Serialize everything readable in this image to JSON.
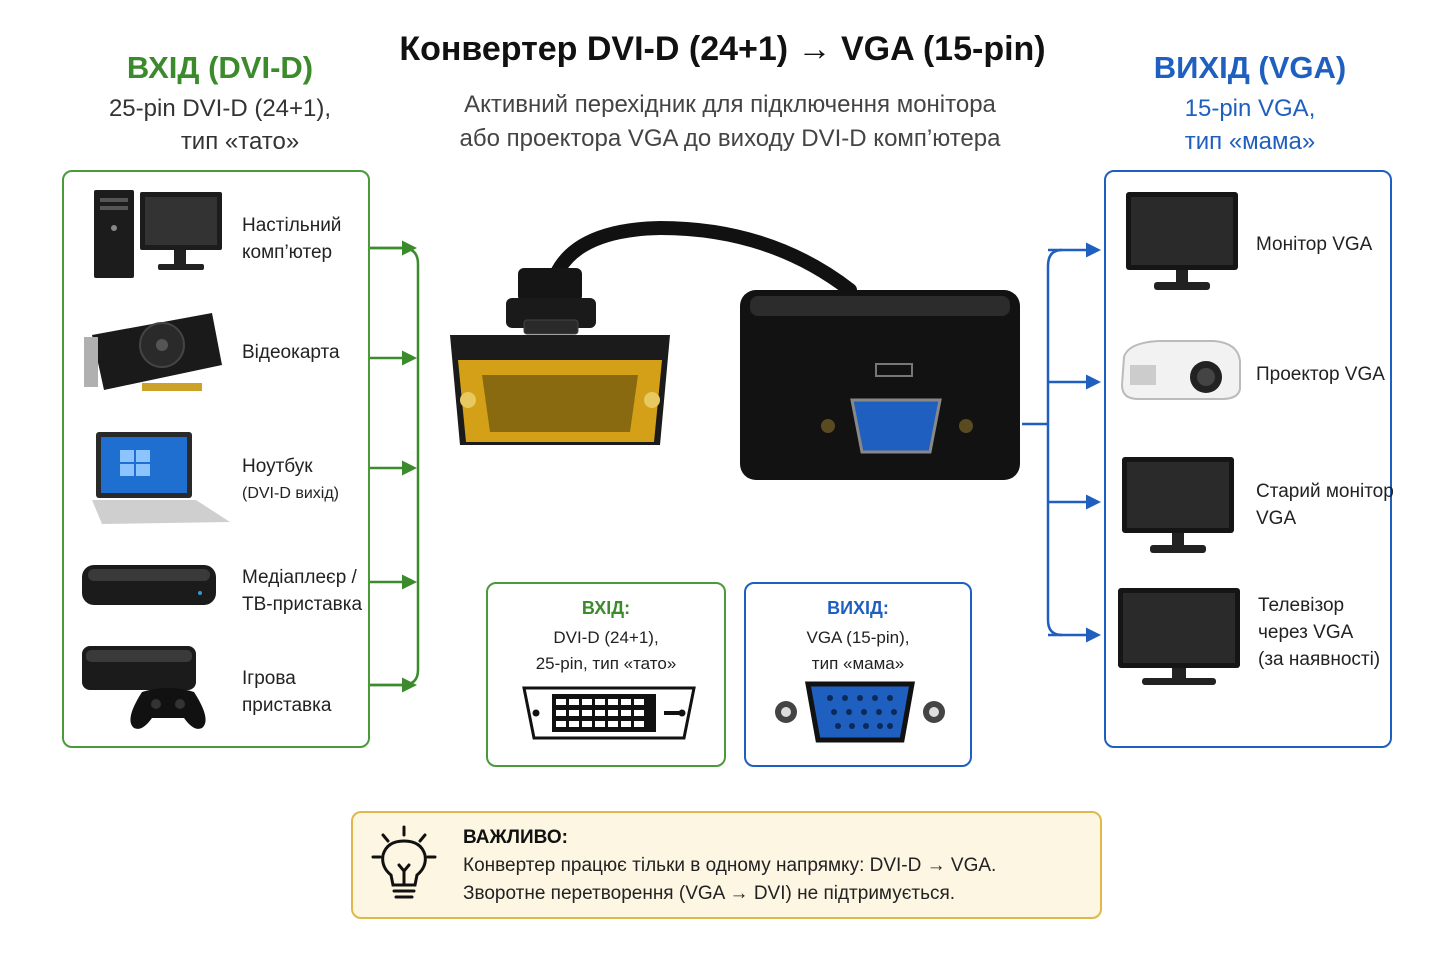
{
  "title": "Конвертер DVI-D (24+1) → VGA (15-pin)",
  "subtitle": [
    "Активний перехідник для підключення монітора",
    "або проектора VGA до виходу DVI-D комп’ютера"
  ],
  "input": {
    "heading": "ВХІД (DVI-D)",
    "sub": [
      "25-pin DVI-D (24+1),",
      "тип «тато»"
    ],
    "devices": [
      {
        "lines": [
          "Настільний",
          "комп’ютер"
        ],
        "icon": "desktop-pc-icon"
      },
      {
        "lines": [
          "Відеокарта"
        ],
        "icon": "graphics-card-icon"
      },
      {
        "lines": [
          "Ноутбук"
        ],
        "small": "(DVI-D вихід)",
        "icon": "laptop-icon"
      },
      {
        "lines": [
          "Медіаплеєр /",
          "ТВ-приставка"
        ],
        "icon": "media-player-icon"
      },
      {
        "lines": [
          "Ігрова",
          "приставка"
        ],
        "icon": "game-console-icon"
      }
    ]
  },
  "output": {
    "heading": "ВИХІД (VGA)",
    "sub": [
      "15-pin VGA,",
      "тип «мама»"
    ],
    "devices": [
      {
        "lines": [
          "Монітор VGA"
        ],
        "icon": "monitor-icon"
      },
      {
        "lines": [
          "Проектор VGA"
        ],
        "icon": "projector-icon"
      },
      {
        "lines": [
          "Старий монітор",
          "VGA"
        ],
        "icon": "old-monitor-icon"
      },
      {
        "lines": [
          "Телевізор",
          "через VGA",
          "(за наявності)"
        ],
        "icon": "tv-icon"
      }
    ]
  },
  "info_in": {
    "heading": "ВХІД:",
    "lines": [
      "DVI-D (24+1),",
      "25-pin, тип «тато»"
    ]
  },
  "info_out": {
    "heading": "ВИХІД:",
    "lines": [
      "VGA (15-pin),",
      "тип «мама»"
    ]
  },
  "note": {
    "heading": "ВАЖЛИВО:",
    "line1": "Конвертер працює тільки в одному напрямку: DVI-D → VGA.",
    "line2": "Зворотне перетворення (VGA →  DVI) не підтримується."
  },
  "colors": {
    "input": "#3b8a2b",
    "output": "#1f5fbf",
    "note_border": "#e0b84a",
    "note_bg": "#fdf6e3"
  }
}
